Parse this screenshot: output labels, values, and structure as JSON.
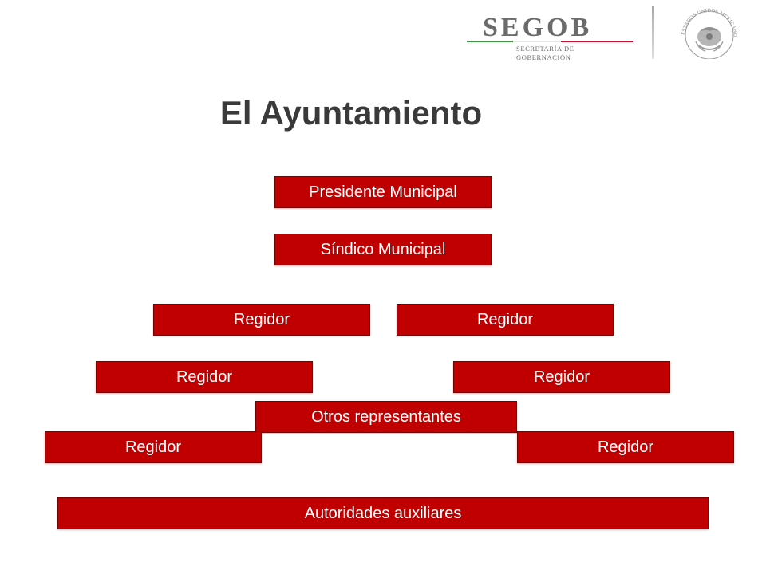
{
  "header": {
    "logo_text": "SEGOB",
    "logo_sub_line1": "SECRETARÍA DE",
    "logo_sub_line2": "GOBERNACIÓN",
    "seal_text": "ESTADOS UNIDOS MEXICANOS"
  },
  "title": "El Ayuntamiento",
  "boxes": {
    "presidente": "Presidente Municipal",
    "sindico": "Síndico Municipal",
    "regidor_1": "Regidor",
    "regidor_2": "Regidor",
    "regidor_3": "Regidor",
    "regidor_4": "Regidor",
    "otros": "Otros representantes",
    "regidor_5": "Regidor",
    "regidor_6": "Regidor",
    "autoridades": "Autoridades auxiliares"
  },
  "colors": {
    "box_fill": "#c00000",
    "box_text": "#ffffff",
    "title_text": "#3a3a3a",
    "logo_green": "#3f9b3f",
    "logo_red": "#c8102e"
  }
}
